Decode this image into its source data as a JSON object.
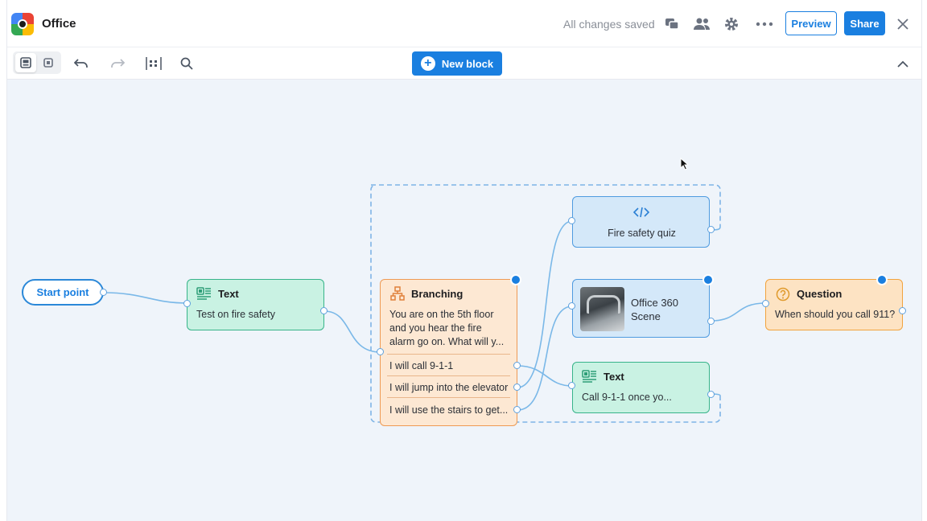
{
  "app": {
    "title": "Office",
    "status": "All changes saved"
  },
  "header": {
    "preview_label": "Preview",
    "share_label": "Share"
  },
  "toolbar": {
    "new_block_label": "New block"
  },
  "icons": {
    "logo": "app-logo-icon",
    "comments": "comments-icon",
    "users": "users-icon",
    "settings": "gear-icon",
    "more": "more-icon",
    "close": "close-icon",
    "undo": "undo-icon",
    "redo": "redo-icon",
    "align": "align-icon",
    "search": "search-icon",
    "collapse": "chevron-up-icon"
  },
  "colors": {
    "accent": "#1a7fe0",
    "text_block": "#c9f2e3",
    "branching_block": "#fde8d3",
    "question_block": "#fde3c3",
    "scene_block": "#d4e8f9"
  },
  "flow": {
    "start": {
      "label": "Start point"
    },
    "text1": {
      "type_label": "Text",
      "content": "Test on fire safety"
    },
    "branching": {
      "type_label": "Branching",
      "prompt_lines": [
        "You are on the 5th floor",
        "and you hear the fire",
        "alarm go on. What will y..."
      ],
      "options": [
        "I will call 9-1-1",
        "I will jump into the elevator",
        "I will use the stairs to get..."
      ]
    },
    "quiz": {
      "icon": "code-icon",
      "content": "Fire safety quiz"
    },
    "scene": {
      "content_lines": [
        "Office 360",
        "Scene"
      ]
    },
    "text2": {
      "type_label": "Text",
      "content": "Call 9-1-1 once yo..."
    },
    "question": {
      "type_label": "Question",
      "content": "When should you call 911?"
    }
  }
}
